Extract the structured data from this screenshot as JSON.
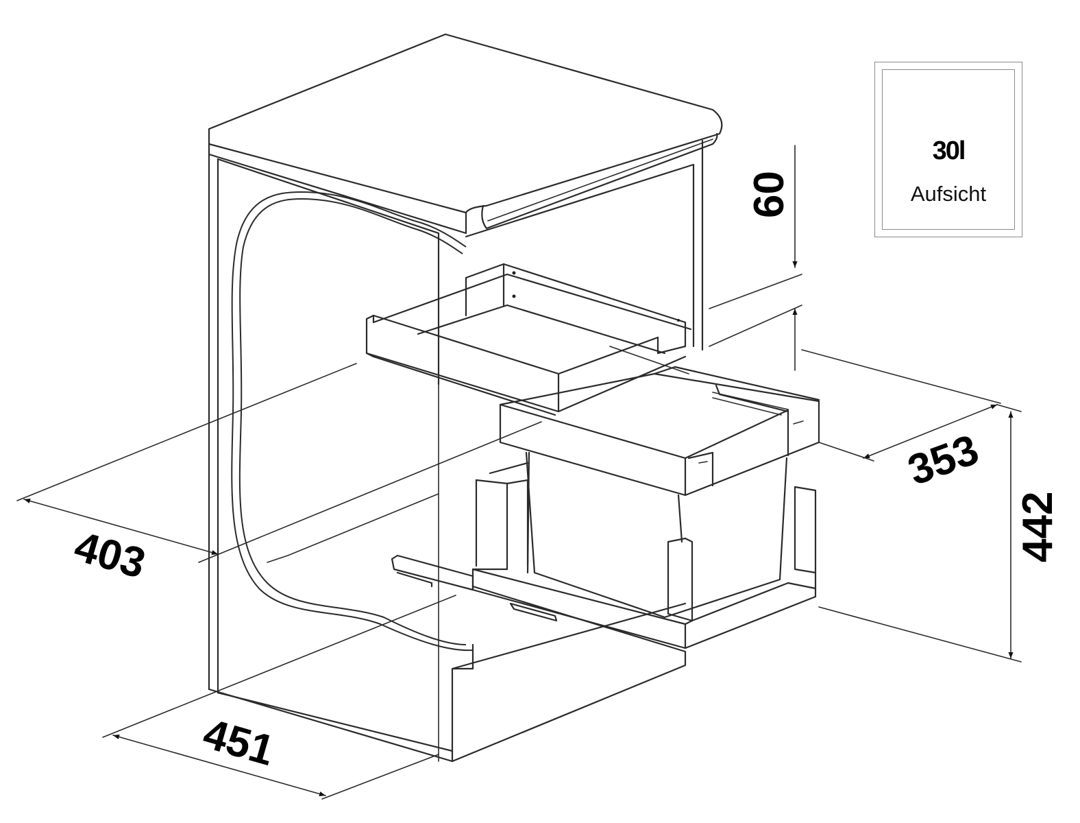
{
  "dimensions": {
    "height_overall": "442",
    "height_top": "60",
    "width_frame": "403",
    "depth_cabinet": "451",
    "depth_pullout": "353"
  },
  "inset": {
    "volume": "30l",
    "caption": "Aufsicht"
  },
  "colors": {
    "line": "#2a2a2a",
    "inset_border": "#8a8a8a"
  }
}
